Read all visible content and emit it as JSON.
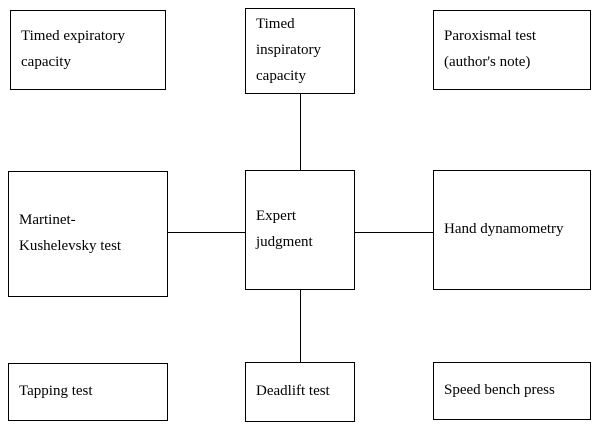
{
  "diagram": {
    "center_node": "Expert\njudgment",
    "nodes": {
      "timed_expiratory": "Timed expiratory\ncapacity",
      "timed_inspiratory": "Timed\ninspiratory\ncapacity",
      "paroxismal": "Paroxismal test\n(author's note)",
      "martinet_kushelevsky": "Martinet-\nKushelevsky test",
      "expert_judgment": "Expert\njudgment",
      "hand_dynamometry": "Hand dynamometry",
      "tapping": "Tapping test",
      "deadlift": "Deadlift test",
      "speed_bench_press": "Speed bench press"
    },
    "connections": [
      "timed_inspiratory - expert_judgment",
      "martinet_kushelevsky - expert_judgment",
      "expert_judgment - hand_dynamometry",
      "expert_judgment - deadlift"
    ],
    "colors": {
      "line": "#000000",
      "box_border": "#000000",
      "background": "#ffffff"
    }
  }
}
